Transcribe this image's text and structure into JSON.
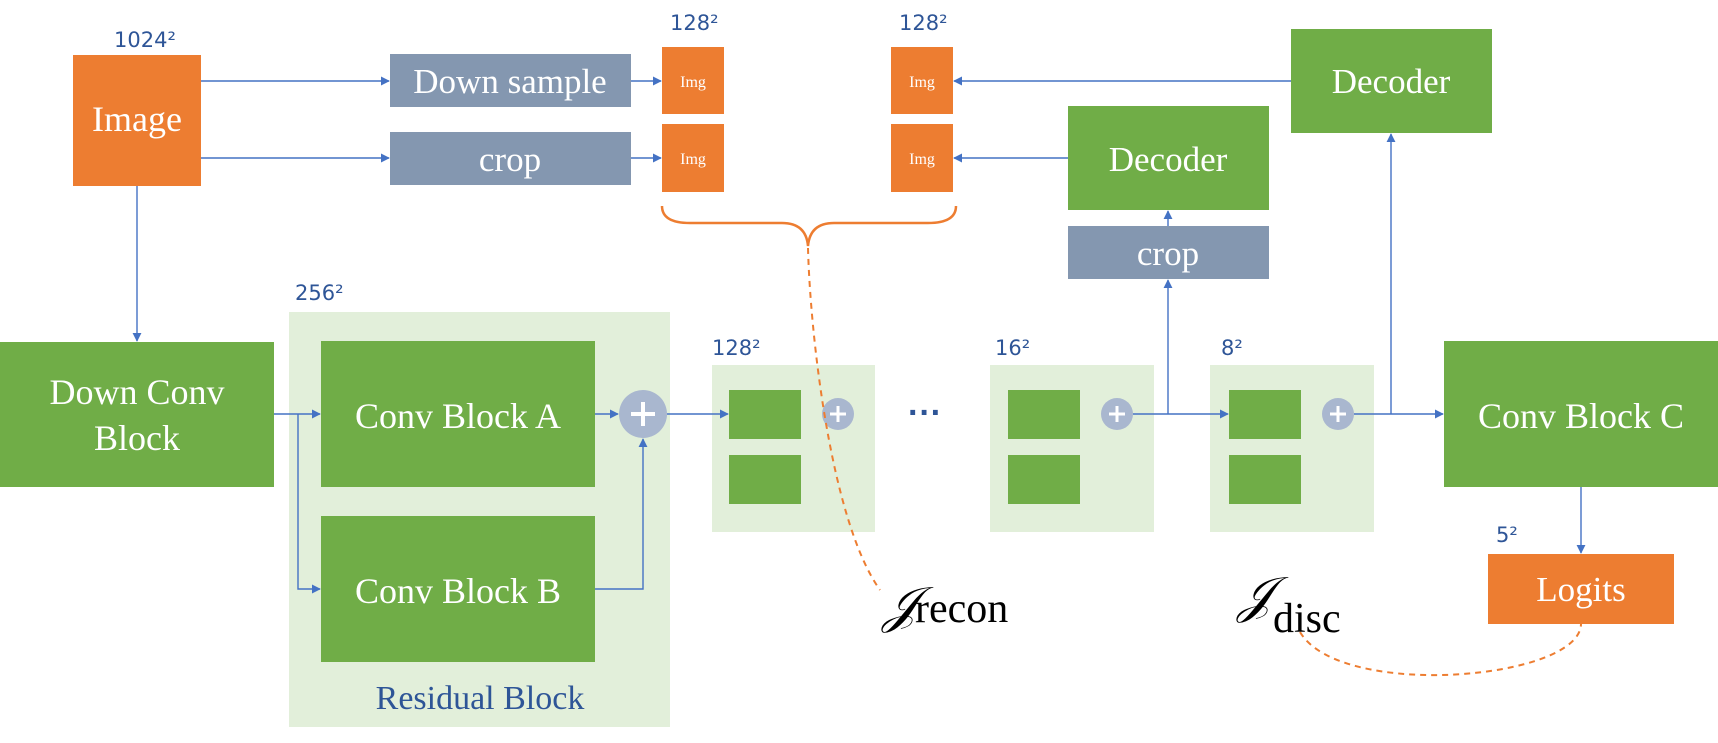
{
  "nodes": {
    "image": "Image",
    "down_sample": "Down sample",
    "crop_top": "crop",
    "img_a": "Img",
    "img_b": "Img",
    "img_c": "Img",
    "img_d": "Img",
    "decoder_top": "Decoder",
    "decoder_mid": "Decoder",
    "crop_mid": "crop",
    "down_conv_line1": "Down Conv",
    "down_conv_line2": "Block",
    "conv_block_a": "Conv Block A",
    "conv_block_b": "Conv Block B",
    "residual_block": "Residual Block",
    "conv_block_c": "Conv Block C",
    "logits": "Logits",
    "ellipsis": "···"
  },
  "dims": {
    "image": "1024²",
    "img_left": "128²",
    "img_right": "128²",
    "residual": "256²",
    "stage_128": "128²",
    "stage_16": "16²",
    "stage_8": "8²",
    "logits": "5²"
  },
  "losses": {
    "recon_symbol": "𝒥",
    "recon_sub": "recon",
    "disc_symbol": "𝒥",
    "disc_sub": "disc"
  },
  "colors": {
    "green": "#70ad47",
    "light_green": "#e2efda",
    "orange": "#ed7d31",
    "slate": "#8497b0",
    "arrow_blue": "#4472c4",
    "text_blue": "#2e5597"
  }
}
